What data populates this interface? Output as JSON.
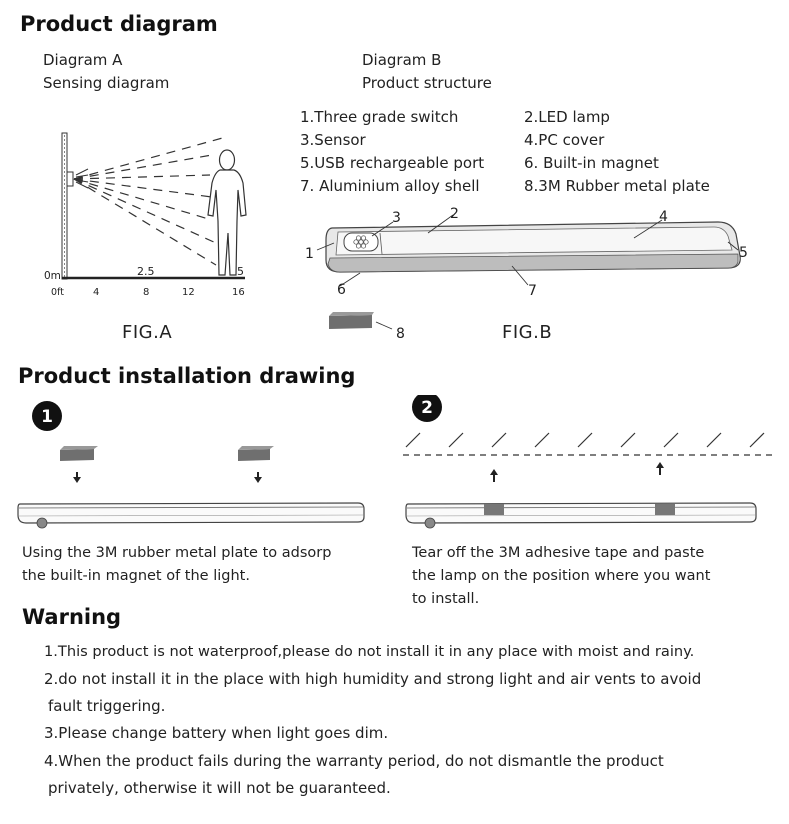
{
  "titles": {
    "product_diagram": "Product diagram",
    "installation": "Product installation drawing",
    "warning": "Warning"
  },
  "diagram_a": {
    "heading": "Diagram A",
    "subheading": "Sensing diagram",
    "fig_label": "FIG.A",
    "axis": {
      "y_zero": "0m",
      "x_zero": "0ft",
      "m_mid": "2.5",
      "m_end": "5",
      "ft_ticks": [
        "4",
        "8",
        "12",
        "16"
      ]
    }
  },
  "diagram_b": {
    "heading": "Diagram B",
    "subheading": "Product structure",
    "fig_label": "FIG.B",
    "parts": [
      "1.Three grade switch",
      "2.LED lamp",
      "3.Sensor",
      "4.PC cover",
      "5.USB rechargeable port",
      "6. Built-in magnet",
      "7. Aluminium alloy shell",
      "8.3M Rubber metal plate"
    ],
    "callouts": [
      "1",
      "2",
      "3",
      "4",
      "5",
      "6",
      "7",
      "8"
    ]
  },
  "installation": {
    "step1": {
      "number": "1",
      "text_lines": [
        "Using the 3M rubber metal plate to adsorp",
        "the built-in magnet of the light."
      ]
    },
    "step2": {
      "number": "2",
      "text_lines": [
        "Tear off the 3M adhesive tape and paste",
        "the lamp on the position where you want",
        "to install."
      ]
    }
  },
  "warning_items": [
    "1.This product is not waterproof,please do not install it in any place with moist and rainy.",
    "2.do not install it in the place with high humidity and strong light  and air vents to avoid",
    "fault triggering.",
    "3.Please change battery when light goes dim.",
    "4.When the product fails during the warranty period, do not dismantle the product",
    "privately, otherwise it will not be guaranteed."
  ],
  "colors": {
    "text": "#222222",
    "plate": "#6f6f6f",
    "bar_fill": "#f7f7f7",
    "bar_shadow": "#bdbdbd"
  }
}
